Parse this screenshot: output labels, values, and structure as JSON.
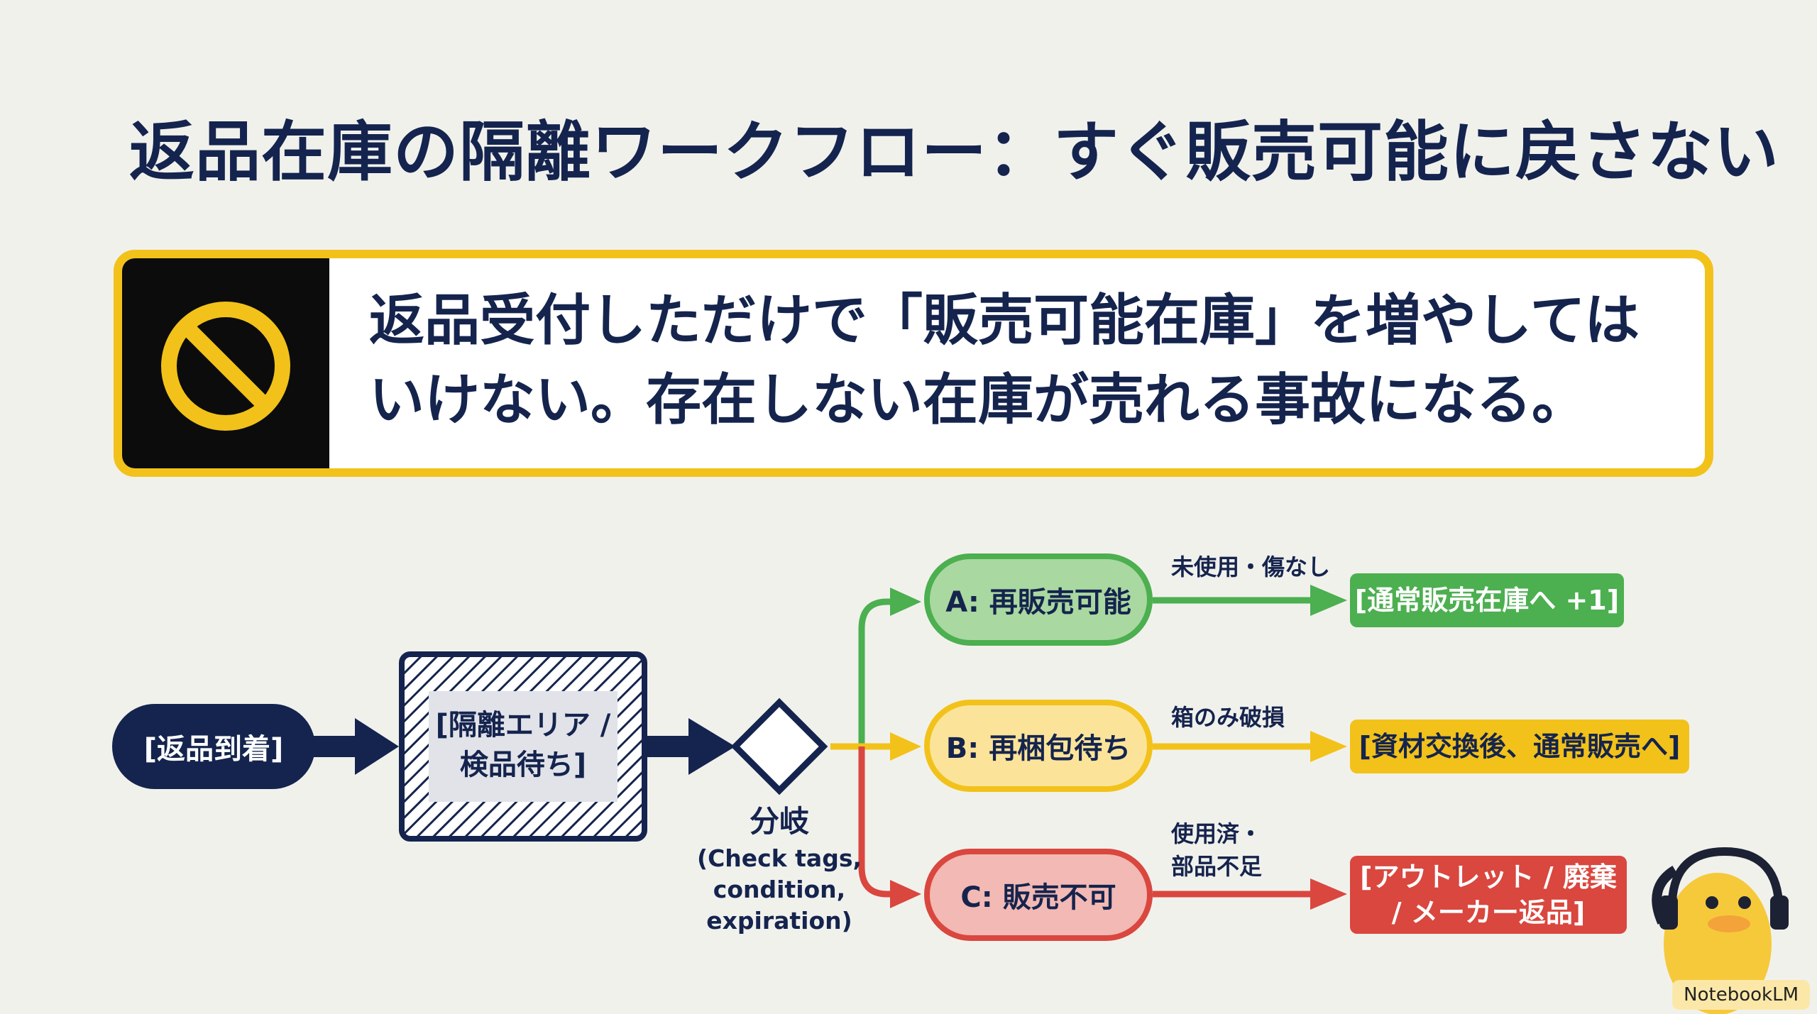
{
  "title": "返品在庫の隔離ワークフロー：すぐ販売可能に戻さない",
  "warning": {
    "icon": "prohibited-icon",
    "line1": "返品受付しただけで「販売可能在庫」を増やしては",
    "line2": "いけない。存在しない在庫が売れる事故になる。"
  },
  "flow": {
    "start": "[返品到着]",
    "quarantine_line1": "[隔離エリア /",
    "quarantine_line2": "検品待ち]",
    "decision": {
      "label": "分岐",
      "sub1": "(Check tags,",
      "sub2": "condition,",
      "sub3": "expiration)"
    },
    "branches": [
      {
        "label": "A: 再販売可能",
        "condition": "未使用・傷なし",
        "dest": "[通常販売在庫へ +1]",
        "color": "#4caf50"
      },
      {
        "label": "B: 再梱包待ち",
        "condition": "箱のみ破損",
        "dest": "[資材交換後、通常販売へ]",
        "color": "#f2c21a"
      },
      {
        "label": "C: 販売不可",
        "condition_line1": "使用済・",
        "condition_line2": "部品不足",
        "dest_line1": "[アウトレット / 廃棄",
        "dest_line2": "/ メーカー返品]",
        "color": "#d9473f"
      }
    ]
  },
  "colors": {
    "navy": "#14244e",
    "yellow": "#f2c21a",
    "green": "#4caf50",
    "red": "#d9473f"
  },
  "logo": "NotebookLM"
}
